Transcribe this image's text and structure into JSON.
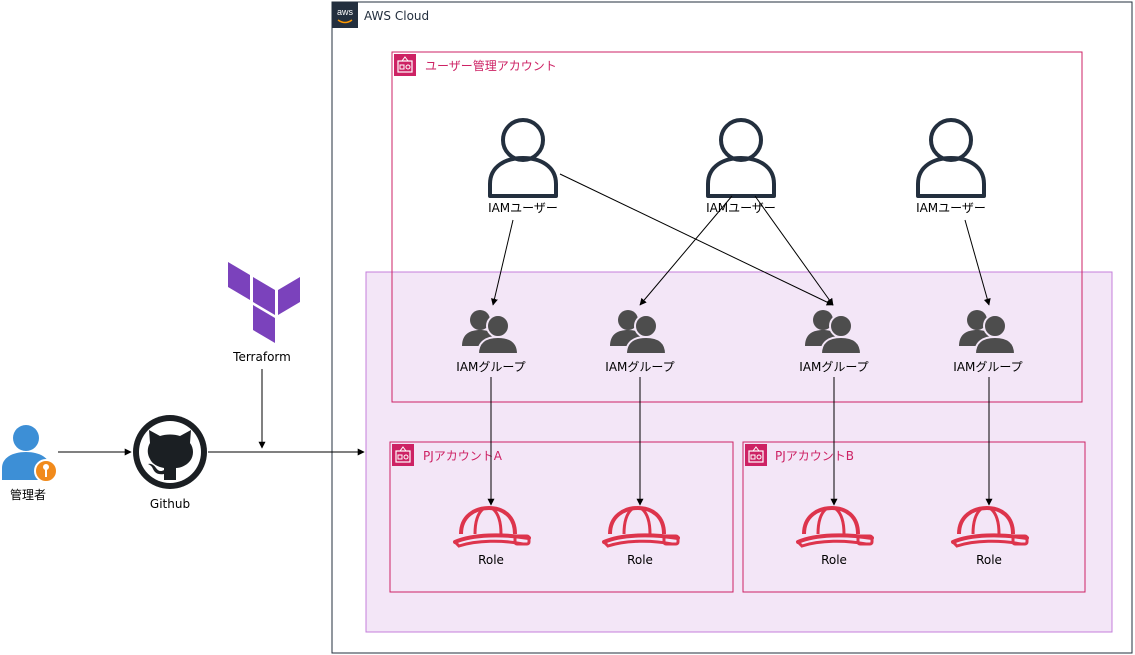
{
  "aws_cloud": {
    "label": "AWS Cloud",
    "logo_text": "aws"
  },
  "user_account": {
    "label": "ユーザー管理アカウント"
  },
  "pj_account_a": {
    "label": "PJアカウントA"
  },
  "pj_account_b": {
    "label": "PJアカウントB"
  },
  "admin": {
    "label": "管理者",
    "color": "#3d8fd6",
    "key_color": "#f18a1b"
  },
  "github": {
    "label": "Github"
  },
  "terraform": {
    "label": "Terraform",
    "color": "#7b42bc"
  },
  "iam_users": [
    {
      "label": "IAMユーザー"
    },
    {
      "label": "IAMユーザー"
    },
    {
      "label": "IAMユーザー"
    }
  ],
  "iam_groups": [
    {
      "label": "IAMグループ"
    },
    {
      "label": "IAMグループ"
    },
    {
      "label": "IAMグループ"
    },
    {
      "label": "IAMグループ"
    }
  ],
  "roles": [
    {
      "label": "Role"
    },
    {
      "label": "Role"
    },
    {
      "label": "Role"
    },
    {
      "label": "Role"
    }
  ],
  "colors": {
    "account_border": "#cd2264",
    "aws_border": "#232f3e",
    "org_fill": "#f3e6f7",
    "org_border": "#c57fdb",
    "role_red": "#dd344c",
    "user_dark": "#232f3e",
    "group_dark": "#4d4d4d"
  }
}
